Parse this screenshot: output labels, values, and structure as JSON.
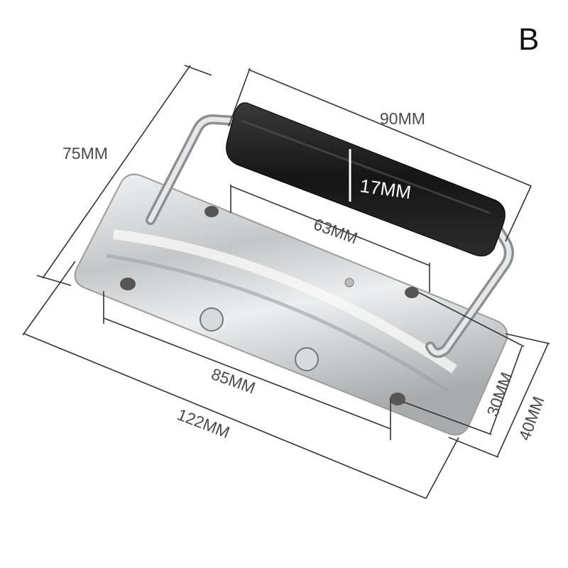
{
  "variant_label": "B",
  "dimensions": {
    "handle_width": "90MM",
    "height": "75MM",
    "grip_diameter": "17MM",
    "inner_hole_spacing": "63MM",
    "outer_hole_spacing": "85MM",
    "plate_length": "122MM",
    "inner_hole_row_spacing": "30MM",
    "plate_width": "40MM"
  },
  "colors": {
    "grip": "#1c1c1c",
    "steel": "#c9cbcd",
    "dimension_line": "#333333"
  }
}
